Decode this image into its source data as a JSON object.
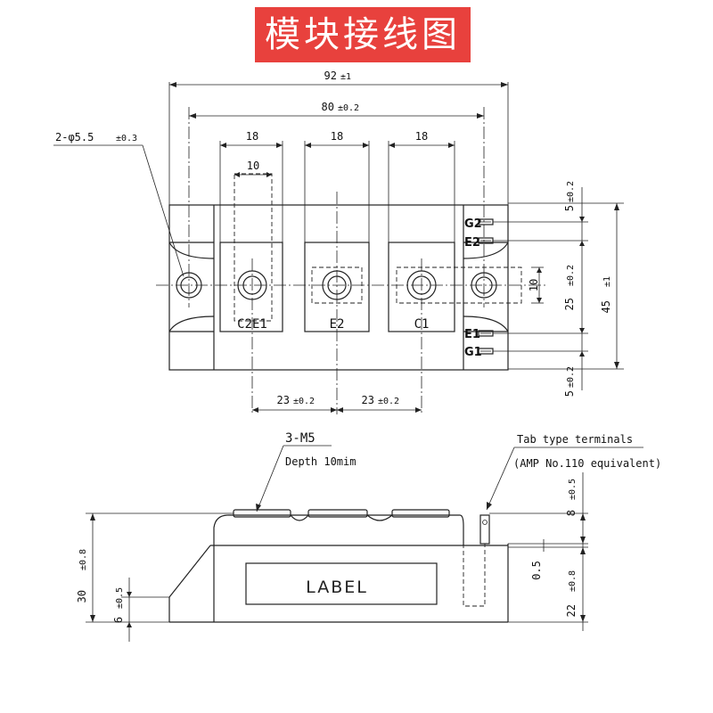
{
  "title": "模块接线图",
  "colors": {
    "title_bg": "#e8413d",
    "title_fg": "#ffffff",
    "line": "#222222"
  },
  "top_view": {
    "dims": {
      "overall_width": "92",
      "overall_width_tol": "±1",
      "hole_pitch": "80",
      "hole_pitch_tol": "±0.2",
      "terminal_width_1": "18",
      "terminal_width_2": "18",
      "terminal_width_3": "18",
      "tab_width": "10",
      "mount_hole": "2-φ5.5",
      "mount_hole_tol": "±0.3",
      "pitch_left": "23",
      "pitch_left_tol": "±0.2",
      "pitch_right": "23",
      "pitch_right_tol": "±0.2",
      "right_top": "5",
      "right_top_tol": "±0.2",
      "right_mid": "25",
      "right_mid_tol": "±0.2",
      "right_bottom": "5",
      "right_bottom_tol": "±0.2",
      "overall_height": "45",
      "overall_height_tol": "±1",
      "slot_height": "10"
    },
    "terminals": [
      "C2E1",
      "E2",
      "C1"
    ],
    "gate_pins": [
      "G2",
      "E2",
      "E1",
      "G1"
    ]
  },
  "side_view": {
    "thread_label": "3-M5",
    "depth_label": "Depth 10mim",
    "tab_label": "Tab type terminals",
    "tab_sub_label": "(AMP No.110 equivalent)",
    "label_text": "LABEL",
    "dims": {
      "total_height": "30",
      "total_height_tol": "±0.8",
      "base_height": "6",
      "base_height_tol": "±0.5",
      "tab_height": "8",
      "tab_height_tol": "±0.5",
      "step": "0.5",
      "case_height": "22",
      "case_height_tol": "±0.8"
    }
  }
}
